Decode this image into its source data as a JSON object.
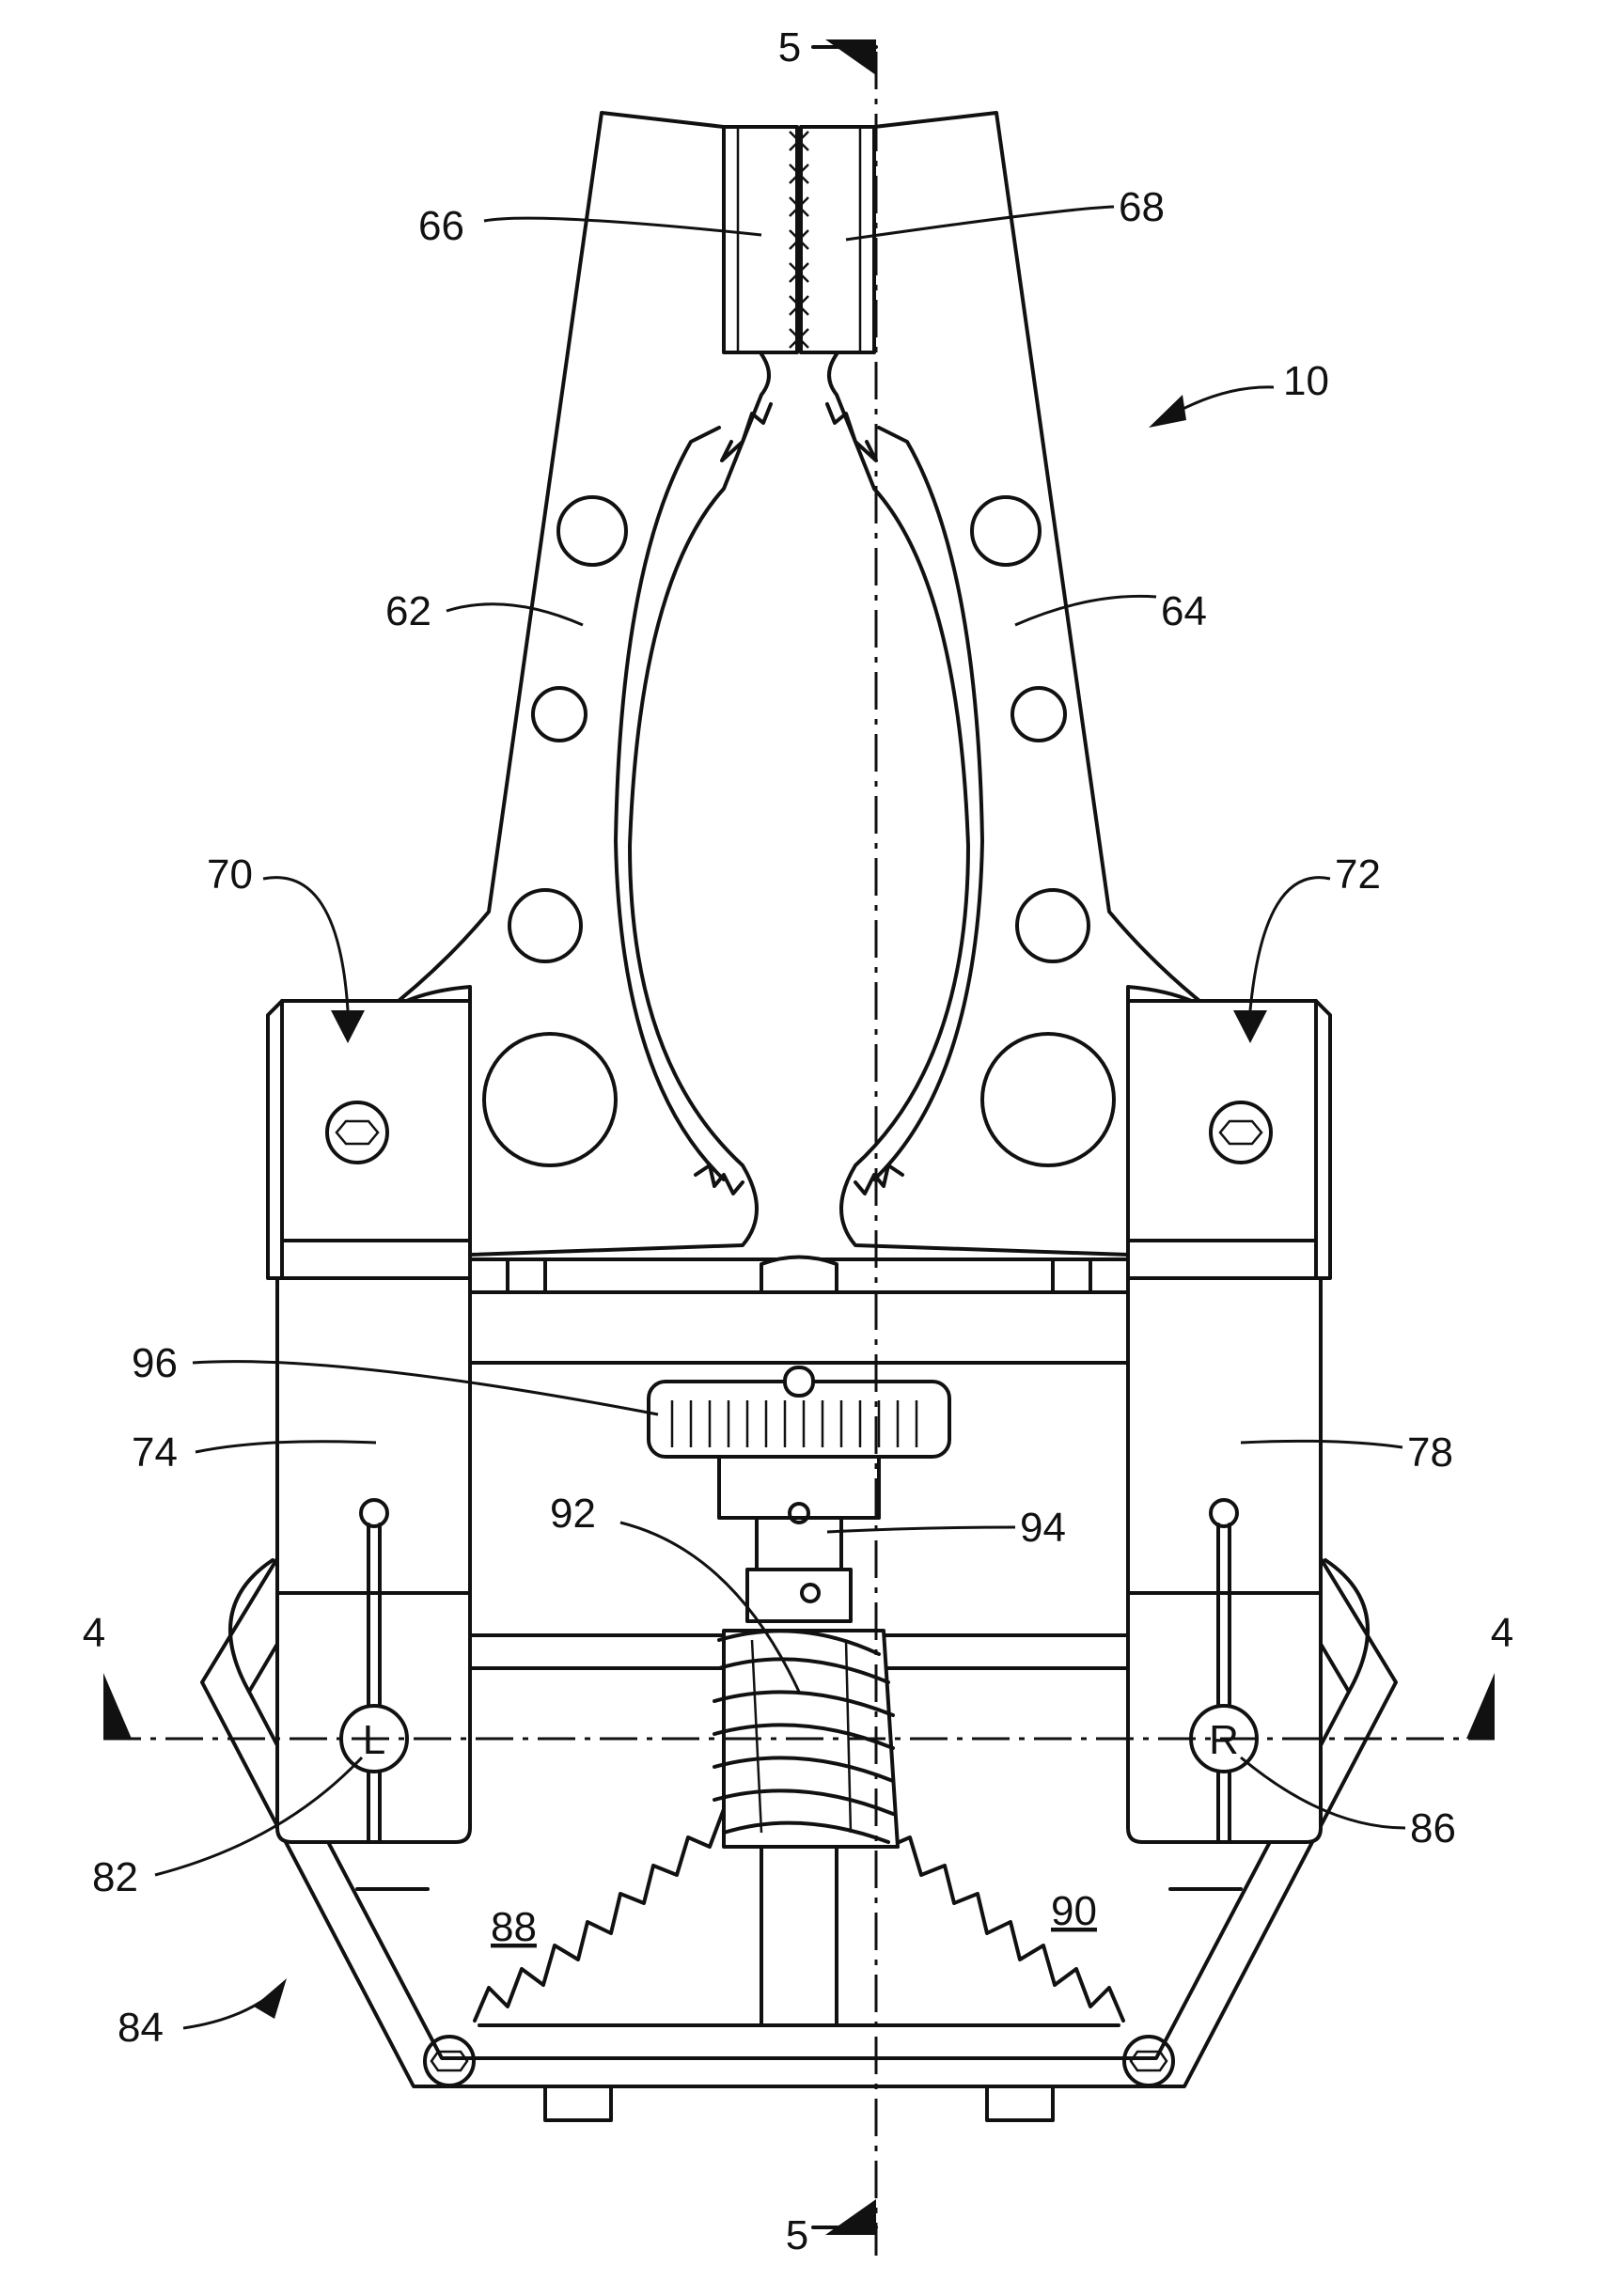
{
  "figure": {
    "section_marks": {
      "top": "5",
      "bottom": "5",
      "left": "4",
      "right": "4"
    },
    "knob_letters": {
      "left": "L",
      "right": "R"
    },
    "reference_numerals": {
      "n10": "10",
      "n62": "62",
      "n64": "64",
      "n66": "66",
      "n68": "68",
      "n70": "70",
      "n72": "72",
      "n74": "74",
      "n78": "78",
      "n82": "82",
      "n84": "84",
      "n86": "86",
      "n88": "88",
      "n90": "90",
      "n92": "92",
      "n94": "94",
      "n96": "96"
    },
    "colors": {
      "line": "#111111",
      "background": "#ffffff"
    }
  }
}
